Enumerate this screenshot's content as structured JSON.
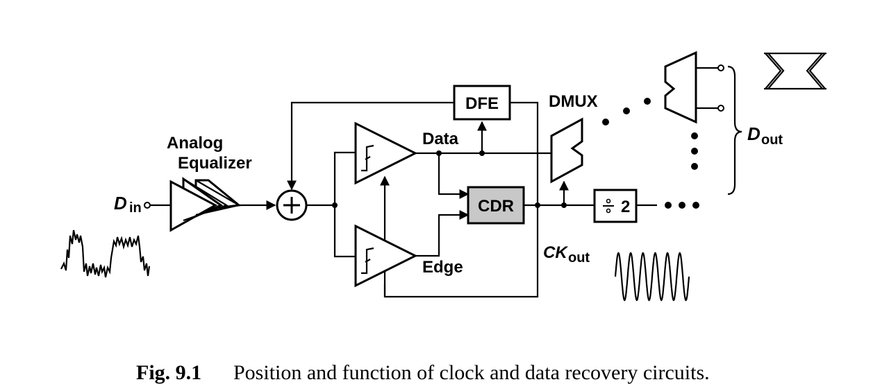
{
  "labels": {
    "analog_line1": "Analog",
    "analog_line2": "Equalizer",
    "din_main": "D",
    "din_sub": "in",
    "dfe": "DFE",
    "dmux": "DMUX",
    "data": "Data",
    "edge": "Edge",
    "cdr": "CDR",
    "ck_main": "CK",
    "ck_sub": "out",
    "div_value": "2",
    "dout_main": "D",
    "dout_sub": "out"
  },
  "caption": {
    "number": "Fig. 9.1",
    "text": "Position and function of clock and data recovery circuits."
  },
  "colors": {
    "cdr_fill": "#c8c8c8",
    "ink": "#000000"
  }
}
